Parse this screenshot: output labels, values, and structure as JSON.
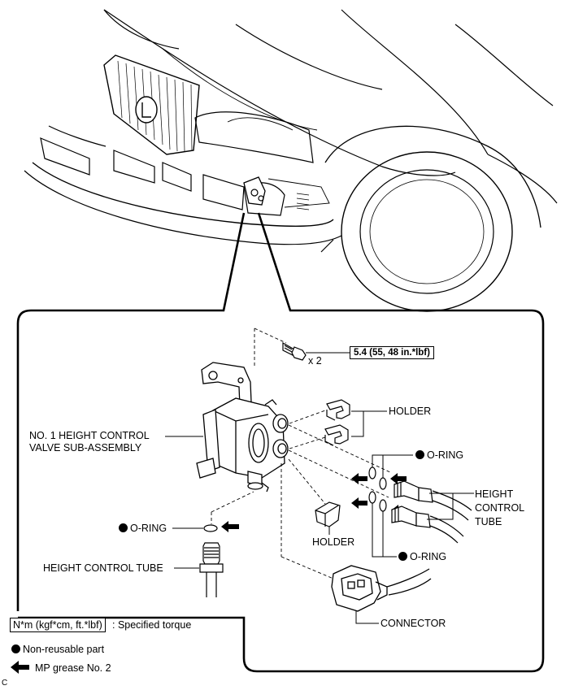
{
  "torque": {
    "value_label": "5.4 (55, 48 in.*lbf)",
    "qty_label": "x 2"
  },
  "labels": {
    "valve": [
      "NO. 1 HEIGHT CONTROL",
      "VALVE SUB-ASSEMBLY"
    ],
    "holder_top": "HOLDER",
    "holder_bottom": "HOLDER",
    "o_ring_upper": "O-RING",
    "o_ring_lower": "O-RING",
    "o_ring_left": "O-RING",
    "height_tube_right": [
      "HEIGHT",
      "CONTROL",
      "TUBE"
    ],
    "height_tube_left": "HEIGHT CONTROL TUBE",
    "connector": "CONNECTOR"
  },
  "legend": {
    "torque_unit": "N*m (kgf*cm, ft.*lbf)",
    "torque_desc": ": Specified torque",
    "non_reusable": "Non-reusable part",
    "grease": "MP grease No. 2"
  },
  "figure_code": "C"
}
